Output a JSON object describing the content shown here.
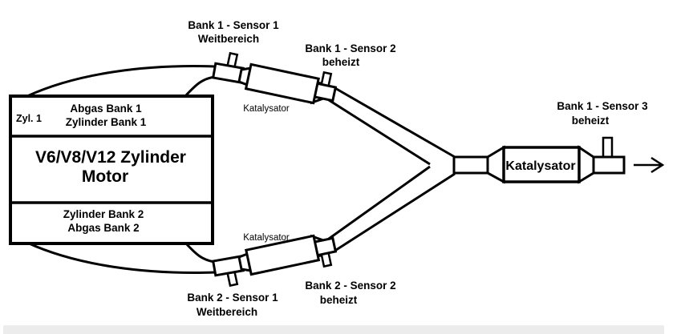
{
  "diagram": {
    "engine": {
      "cylinder_label": "Zyl. 1",
      "bank1_line1": "Abgas Bank 1",
      "bank1_line2": "Zylinder Bank 1",
      "name_line1": "V6/V8/V12 Zylinder",
      "name_line2": "Motor",
      "bank2_line1": "Zylinder Bank 2",
      "bank2_line2": "Abgas Bank 2"
    },
    "sensors": {
      "bank1_sensor1_line1": "Bank 1 - Sensor 1",
      "bank1_sensor1_line2": "Weitbereich",
      "bank1_sensor2_line1": "Bank 1 - Sensor 2",
      "bank1_sensor2_line2": "beheizt",
      "bank1_sensor3_line1": "Bank 1 - Sensor 3",
      "bank1_sensor3_line2": "beheizt",
      "bank2_sensor1_line1": "Bank 2 - Sensor 1",
      "bank2_sensor1_line2": "Weitbereich",
      "bank2_sensor2_line1": "Bank 2 - Sensor 2",
      "bank2_sensor2_line2": "beheizt"
    },
    "catalysts": {
      "precat_top_label": "Katalysator",
      "precat_bottom_label": "Katalysator",
      "main_label": "Katalysator"
    },
    "colors": {
      "line": "#000000",
      "background": "#ffffff",
      "scrollbar_track": "#ececec"
    }
  }
}
